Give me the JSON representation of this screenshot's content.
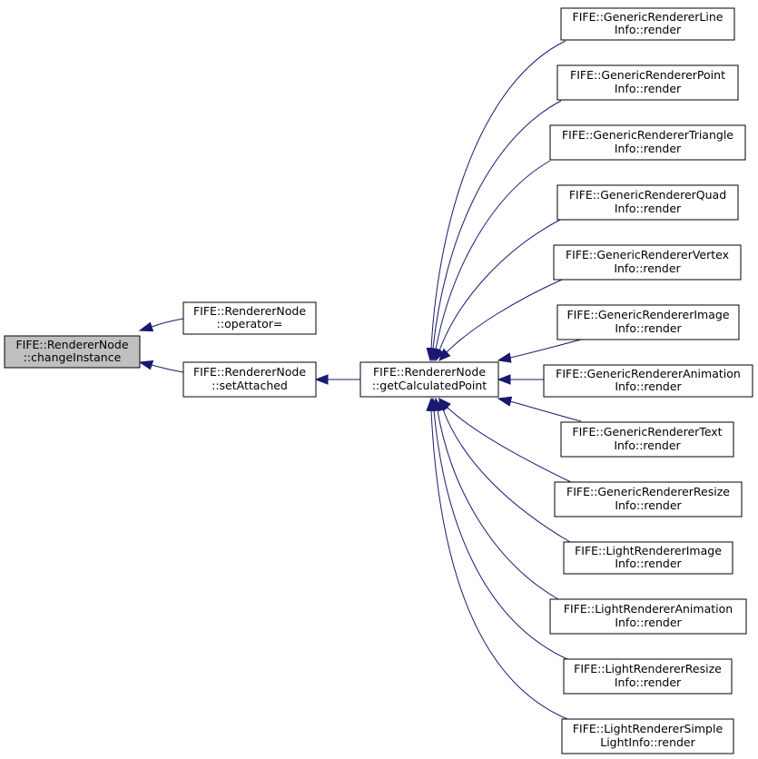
{
  "nodes": {
    "change_instance": {
      "line1": "FIFE::RendererNode",
      "line2": "::changeInstance"
    },
    "operator_assign": {
      "line1": "FIFE::RendererNode",
      "line2": "::operator="
    },
    "set_attached": {
      "line1": "FIFE::RendererNode",
      "line2": "::setAttached"
    },
    "get_calculated_point": {
      "line1": "FIFE::RendererNode",
      "line2": "::getCalculatedPoint"
    },
    "line_info": {
      "line1": "FIFE::GenericRendererLine",
      "line2": "Info::render"
    },
    "point_info": {
      "line1": "FIFE::GenericRendererPoint",
      "line2": "Info::render"
    },
    "triangle_info": {
      "line1": "FIFE::GenericRendererTriangle",
      "line2": "Info::render"
    },
    "quad_info": {
      "line1": "FIFE::GenericRendererQuad",
      "line2": "Info::render"
    },
    "vertex_info": {
      "line1": "FIFE::GenericRendererVertex",
      "line2": "Info::render"
    },
    "image_info": {
      "line1": "FIFE::GenericRendererImage",
      "line2": "Info::render"
    },
    "animation_info": {
      "line1": "FIFE::GenericRendererAnimation",
      "line2": "Info::render"
    },
    "text_info": {
      "line1": "FIFE::GenericRendererText",
      "line2": "Info::render"
    },
    "resize_info": {
      "line1": "FIFE::GenericRendererResize",
      "line2": "Info::render"
    },
    "light_image_info": {
      "line1": "FIFE::LightRendererImage",
      "line2": "Info::render"
    },
    "light_animation_info": {
      "line1": "FIFE::LightRendererAnimation",
      "line2": "Info::render"
    },
    "light_resize_info": {
      "line1": "FIFE::LightRendererResize",
      "line2": "Info::render"
    },
    "light_simple_info": {
      "line1": "FIFE::LightRendererSimple",
      "line2": "LightInfo::render"
    }
  },
  "edges": [
    {
      "from": "operator_assign",
      "to": "change_instance"
    },
    {
      "from": "set_attached",
      "to": "change_instance"
    },
    {
      "from": "get_calculated_point",
      "to": "set_attached"
    },
    {
      "from": "line_info",
      "to": "get_calculated_point"
    },
    {
      "from": "point_info",
      "to": "get_calculated_point"
    },
    {
      "from": "triangle_info",
      "to": "get_calculated_point"
    },
    {
      "from": "quad_info",
      "to": "get_calculated_point"
    },
    {
      "from": "vertex_info",
      "to": "get_calculated_point"
    },
    {
      "from": "image_info",
      "to": "get_calculated_point"
    },
    {
      "from": "animation_info",
      "to": "get_calculated_point"
    },
    {
      "from": "text_info",
      "to": "get_calculated_point"
    },
    {
      "from": "resize_info",
      "to": "get_calculated_point"
    },
    {
      "from": "light_image_info",
      "to": "get_calculated_point"
    },
    {
      "from": "light_animation_info",
      "to": "get_calculated_point"
    },
    {
      "from": "light_resize_info",
      "to": "get_calculated_point"
    },
    {
      "from": "light_simple_info",
      "to": "get_calculated_point"
    }
  ],
  "colors": {
    "edge": "#191970",
    "root_fill": "#bfbfbf",
    "node_border": "#000000"
  }
}
